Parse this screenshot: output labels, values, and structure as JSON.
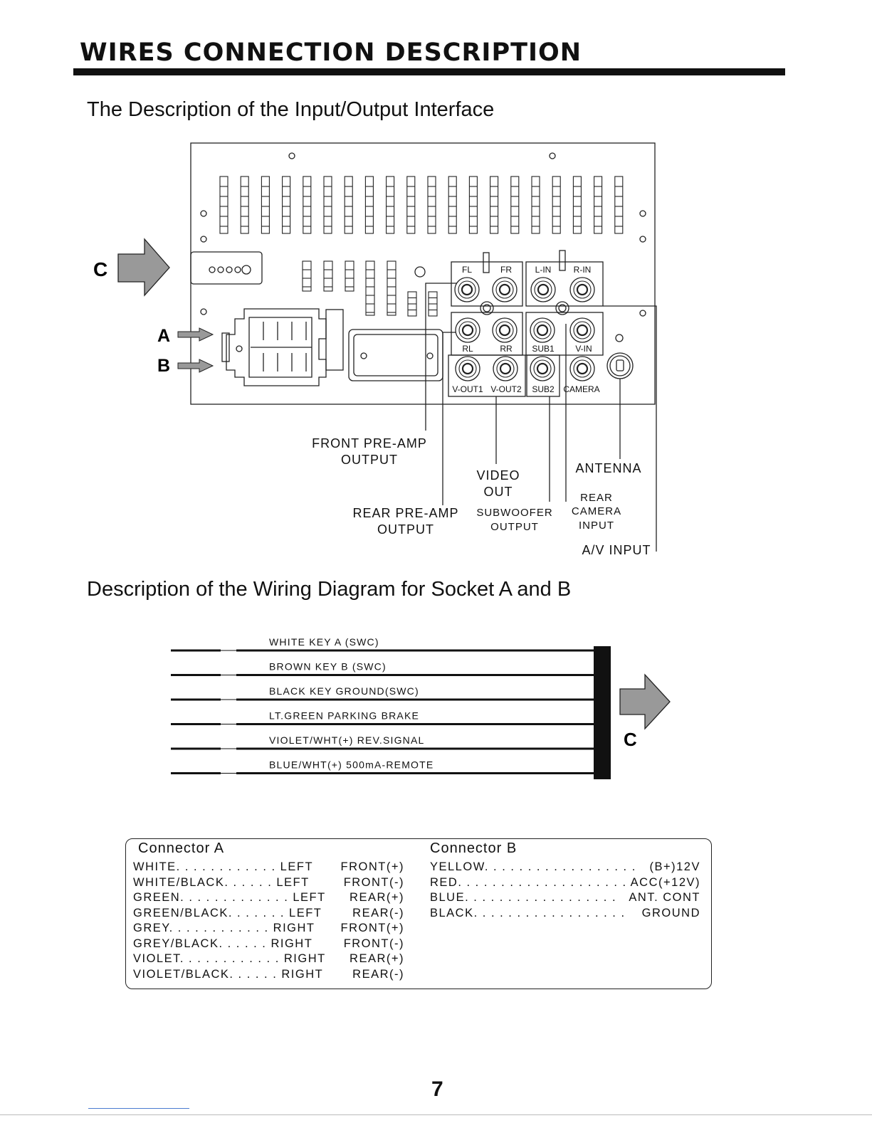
{
  "page_title": "WIRES CONNECTION DESCRIPTION",
  "section1_title": "The Description of the Input/Output Interface",
  "section2_title": "Description of the Wiring Diagram for Socket A and B",
  "panel": {
    "arrow_labels": {
      "c": "C",
      "a": "A",
      "b": "B"
    },
    "connector_labels": [
      "FL",
      "FR",
      "L-IN",
      "R-IN",
      "RL",
      "RR",
      "SUB1",
      "V-IN",
      "V-OUT1",
      "V-OUT2",
      "SUB2",
      "CAMERA"
    ]
  },
  "callouts": {
    "front_preamp": [
      "FRONT PRE-AMP",
      "OUTPUT"
    ],
    "rear_preamp": [
      "REAR PRE-AMP",
      "OUTPUT"
    ],
    "video_out": [
      "VIDEO",
      "OUT"
    ],
    "subwoofer": [
      "SUBWOOFER",
      "OUTPUT"
    ],
    "rear_camera": [
      "REAR",
      "CAMERA",
      "INPUT"
    ],
    "antenna": "ANTENNA",
    "av_input": "A/V INPUT"
  },
  "wires": [
    "WHITE KEY A (SWC)",
    "BROWN KEY B (SWC)",
    "BLACK KEY GROUND(SWC)",
    "LT.GREEN PARKING BRAKE",
    "VIOLET/WHT(+) REV.SIGNAL",
    "BLUE/WHT(+) 500mA-REMOTE"
  ],
  "wiring_arrow_label": "C",
  "connector_a": {
    "title": "Connector A",
    "rows": [
      {
        "color": "WHITE. . . . . . . . . . . . LEFT",
        "pos": "FRONT(+)"
      },
      {
        "color": "WHITE/BLACK. . . . . . LEFT",
        "pos": "FRONT(-)"
      },
      {
        "color": "GREEN. . . . . . . . . . . . . LEFT",
        "pos": "REAR(+)"
      },
      {
        "color": "GREEN/BLACK. . . . . . . LEFT",
        "pos": "REAR(-)"
      },
      {
        "color": "GREY. . . . . . . . . . . . RIGHT",
        "pos": "FRONT(+)"
      },
      {
        "color": "GREY/BLACK. . . . . . RIGHT",
        "pos": "FRONT(-)"
      },
      {
        "color": "VIOLET. . . . . . . . . . . . RIGHT",
        "pos": "REAR(+)"
      },
      {
        "color": "VIOLET/BLACK. . . . . . RIGHT",
        "pos": "REAR(-)"
      }
    ]
  },
  "connector_b": {
    "title": "Connector B",
    "rows": [
      {
        "color": "YELLOW. . . . . . . . . . . . . . . . . .",
        "pos": "(B+)12V"
      },
      {
        "color": "RED. . . . . . . . . . . . . . . . . . . .",
        "pos": "ACC(+12V)"
      },
      {
        "color": "BLUE. . . . . . . . . . . . . . . . . .",
        "pos": "ANT. CONT"
      },
      {
        "color": "BLACK. . . . . . . . . . . . . . . . . .",
        "pos": "GROUND"
      }
    ]
  },
  "page_number": "7"
}
